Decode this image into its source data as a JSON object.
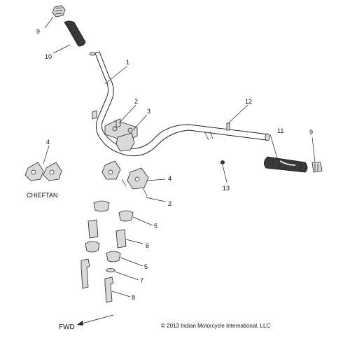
{
  "callouts": {
    "c9_top": "9",
    "c10": "10",
    "c1": "1",
    "c2_top": "2",
    "c3": "3",
    "c12": "12",
    "c11": "11",
    "c9_right": "9",
    "c4_left": "4",
    "c4_right": "4",
    "c13": "13",
    "c2_bottom": "2",
    "c5_top": "5",
    "c6": "6",
    "c5_bottom": "5",
    "c7": "7",
    "c8": "8"
  },
  "labels": {
    "variant": "CHIEFTAN",
    "direction": "FWD",
    "copyright": "© 2013 Indian Motorcycle International, LLC"
  }
}
